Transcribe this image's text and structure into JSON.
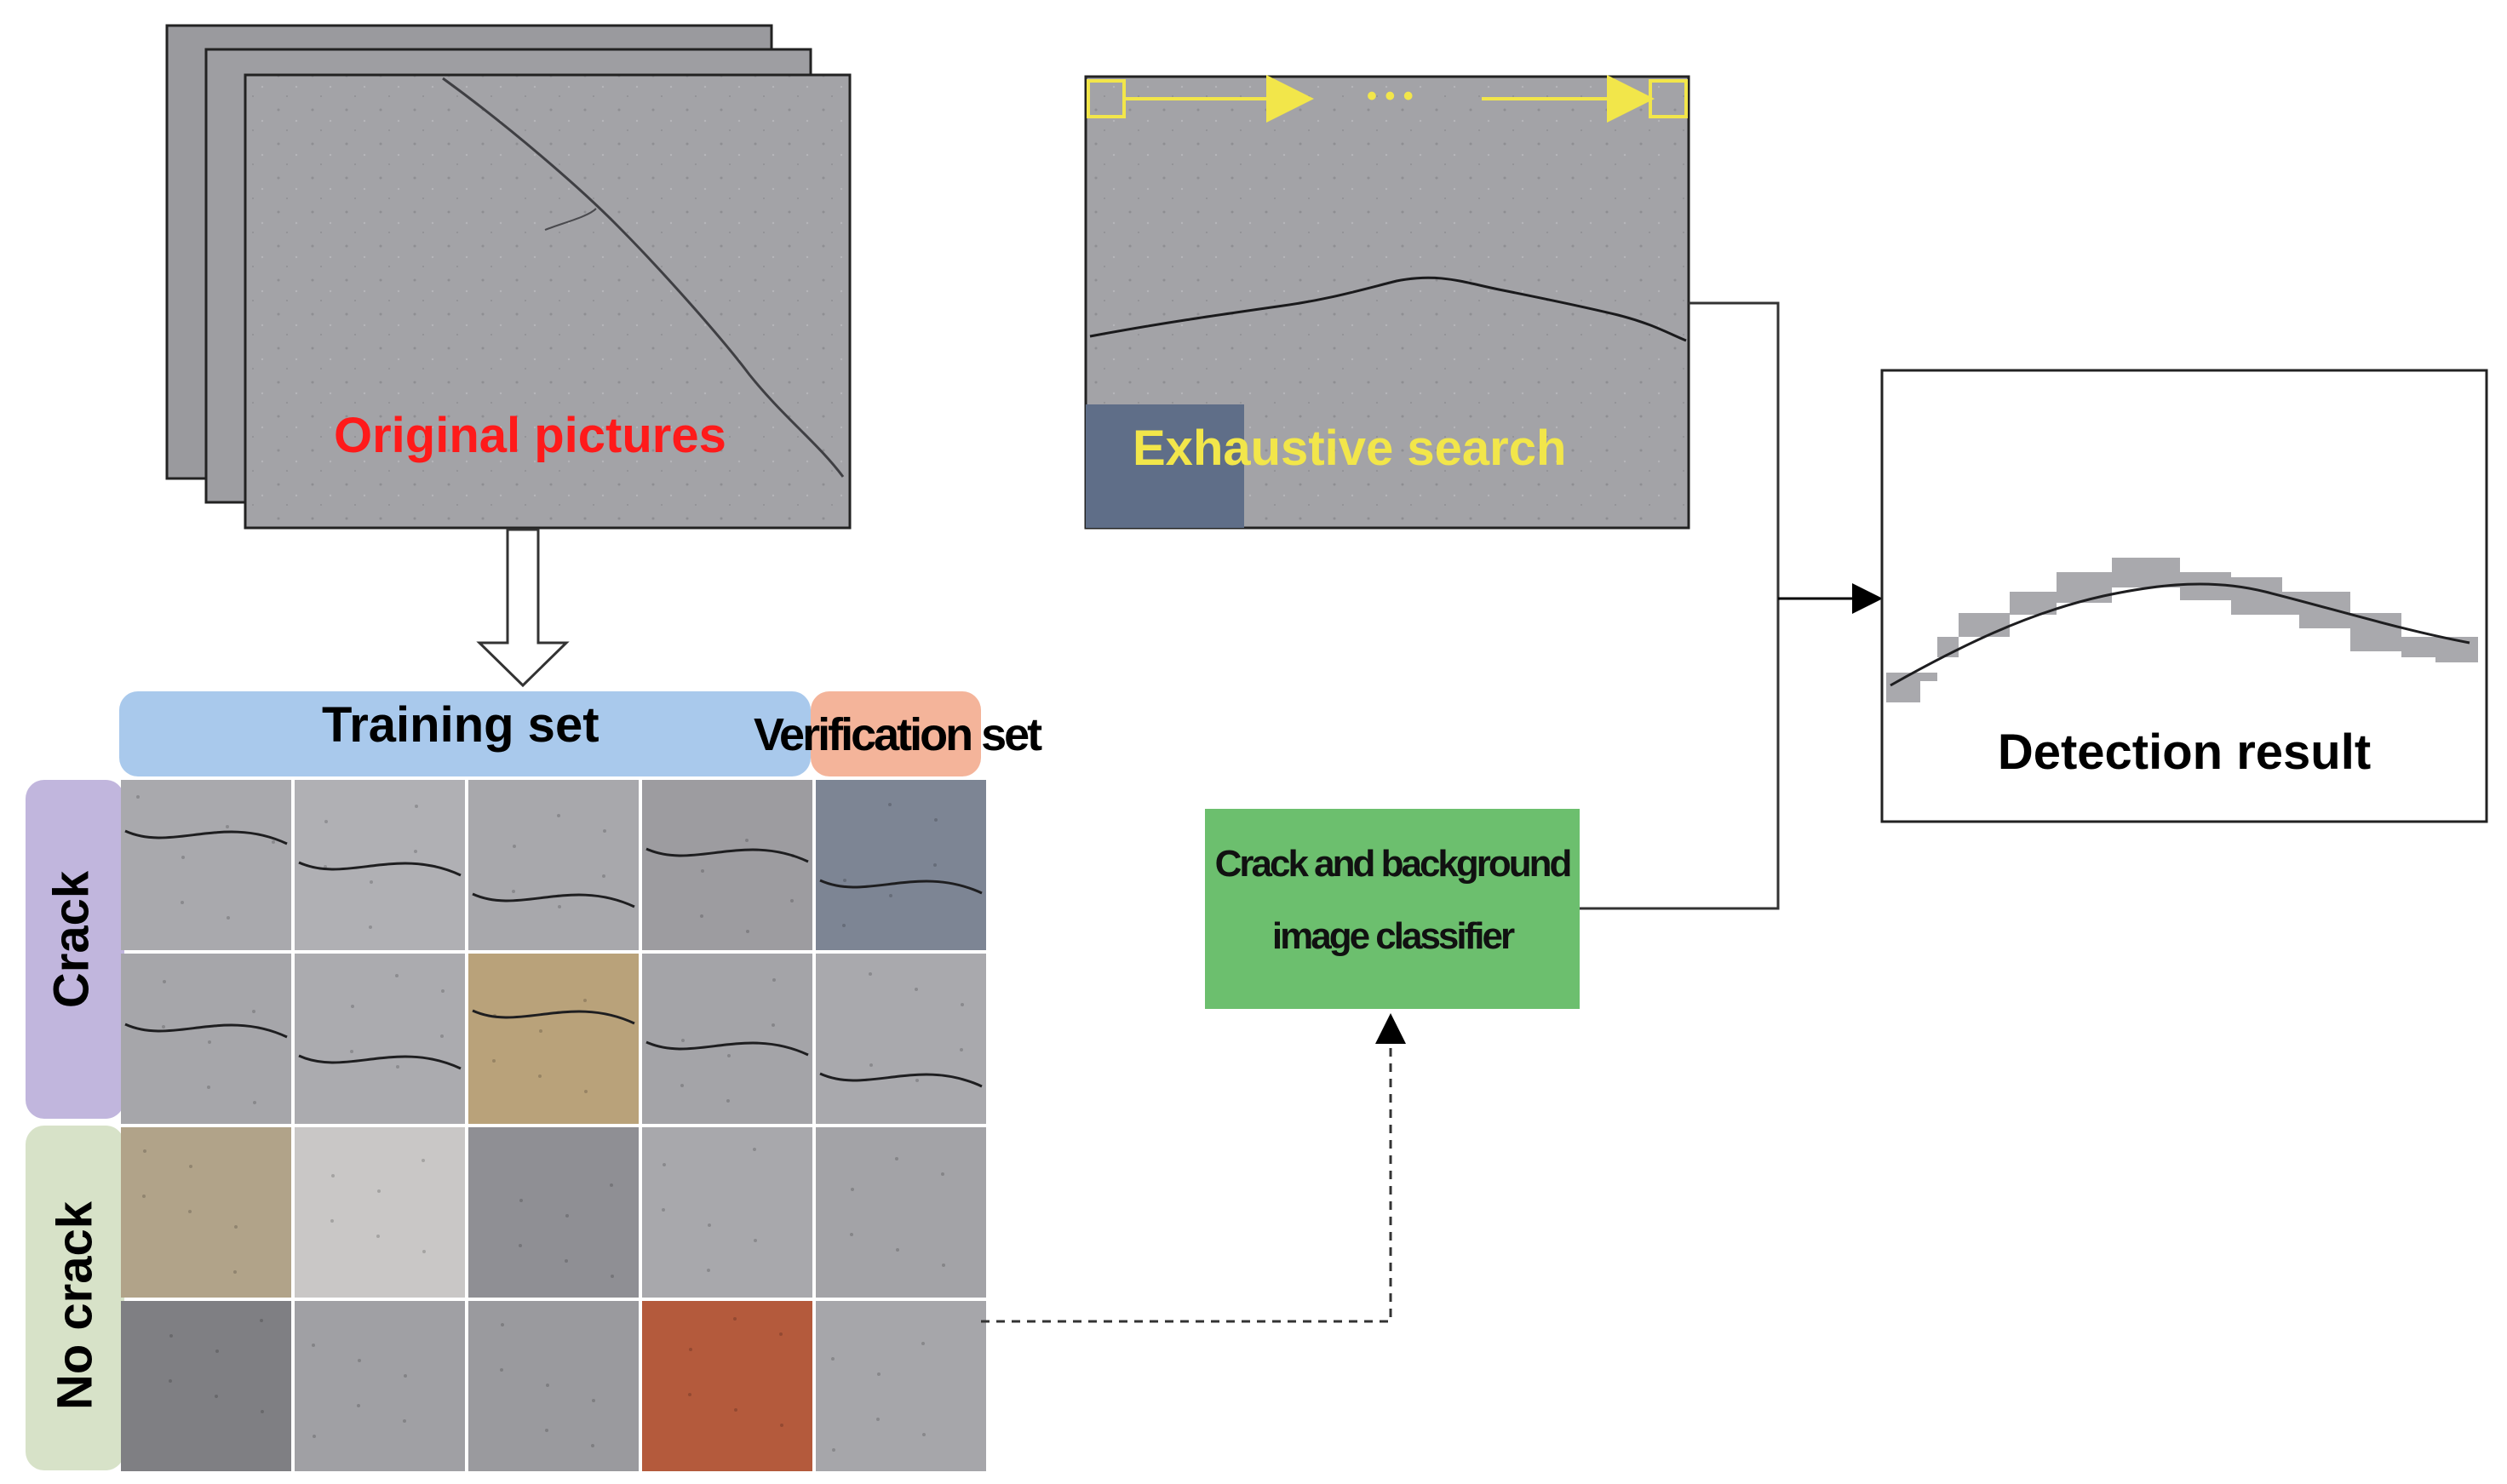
{
  "original_pictures": {
    "label": "Original pictures",
    "color": "#ff1a1a"
  },
  "exhaustive_search": {
    "label": "Exhaustive search",
    "color": "#f2e64a",
    "dots": "• • •"
  },
  "training_set": {
    "label": "Training set",
    "color": "#a9c9ec"
  },
  "verification_set": {
    "label": "Verification set",
    "color": "#f4b49a"
  },
  "crack_row": {
    "label": "Crack",
    "color": "#c1b6dd"
  },
  "no_crack_row": {
    "label": "No crack",
    "color": "#d7e2c8"
  },
  "classifier": {
    "line1": "Crack and background",
    "line2": "image classifier",
    "color": "#6cbf6e"
  },
  "detection": {
    "label": "Detection result"
  },
  "tile_colors": [
    [
      "#a9a9ad",
      "#b0b0b4",
      "#a8a8ac",
      "#9d9ca0",
      "#7d8594"
    ],
    [
      "#a6a6aa",
      "#ababaf",
      "#b9a27a",
      "#a4a4a8",
      "#a9a9ad"
    ],
    [
      "#b1a389",
      "#c9c7c6",
      "#8f8f94",
      "#a8a8ac",
      "#a3a3a7"
    ],
    [
      "#7f7f83",
      "#a0a0a4",
      "#9a9a9e",
      "#b45a3c",
      "#a6a6aa"
    ]
  ]
}
